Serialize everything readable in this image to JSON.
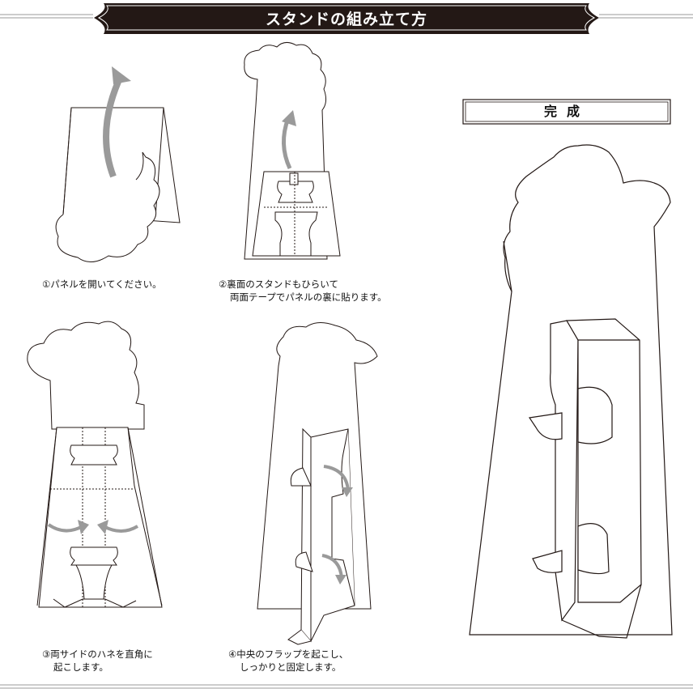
{
  "header": {
    "title": "スタンドの組み立て方"
  },
  "complete": {
    "label": "完成"
  },
  "steps": [
    {
      "lines": [
        "①パネルを開いてください。"
      ]
    },
    {
      "lines": [
        "②裏面のスタンドもひらいて",
        "両面テープでパネルの裏に貼ります。"
      ]
    },
    {
      "lines": [
        "③両サイドのハネを直角に",
        "起こします。"
      ]
    },
    {
      "lines": [
        "④中央のフラップを起こし、",
        "しっかりと固定します。"
      ]
    }
  ],
  "colors": {
    "banner": "#231815",
    "line": "#231815",
    "arrow": "#9a9a9a"
  }
}
